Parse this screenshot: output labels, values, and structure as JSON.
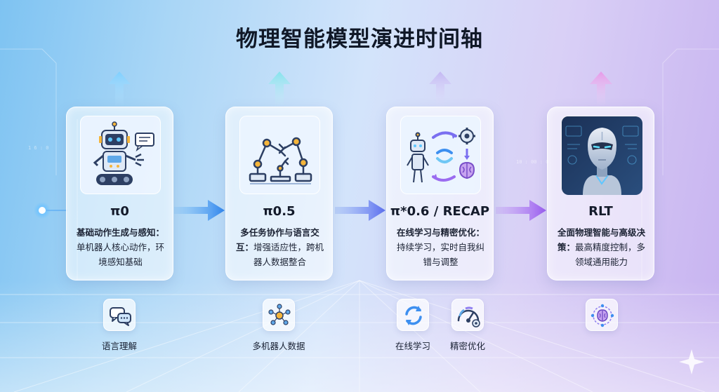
{
  "title": "物理智能模型演进时间轴",
  "stages": [
    {
      "name": "π0",
      "desc_bold": "基础动作生成与感知：",
      "desc": "单机器人核心动作，环境感知基础",
      "icon": "robot-with-speech-bubble-icon"
    },
    {
      "name": "π0.5",
      "desc_bold": "多任务协作与语言交互：",
      "desc": "增强适应性，跨机器人数据整合",
      "icon": "robot-arms-icon"
    },
    {
      "name": "π*0.6 / RECAP",
      "desc_bold": "在线学习与精密优化：",
      "desc": "持续学习，实时自我纠错与调整",
      "icon": "robot-learning-cycle-icon"
    },
    {
      "name": "RLT",
      "desc_bold": "全面物理智能与高级决策：",
      "desc": "最高精度控制，多领域通用能力",
      "icon": "humanoid-ai-icon"
    }
  ],
  "features": [
    {
      "label": "语言理解",
      "icon": "chat-bubbles-icon"
    },
    {
      "label": "多机器人数据",
      "icon": "network-people-icon"
    },
    {
      "label": "在线学习",
      "icon": "refresh-cycle-icon"
    },
    {
      "label": "精密优化",
      "icon": "gauge-icon"
    },
    {
      "label": "",
      "icon": "brain-network-icon"
    }
  ],
  "colors": {
    "accent_blue": "#3d8ff0",
    "accent_purple": "#a066f0",
    "title": "#101827"
  }
}
